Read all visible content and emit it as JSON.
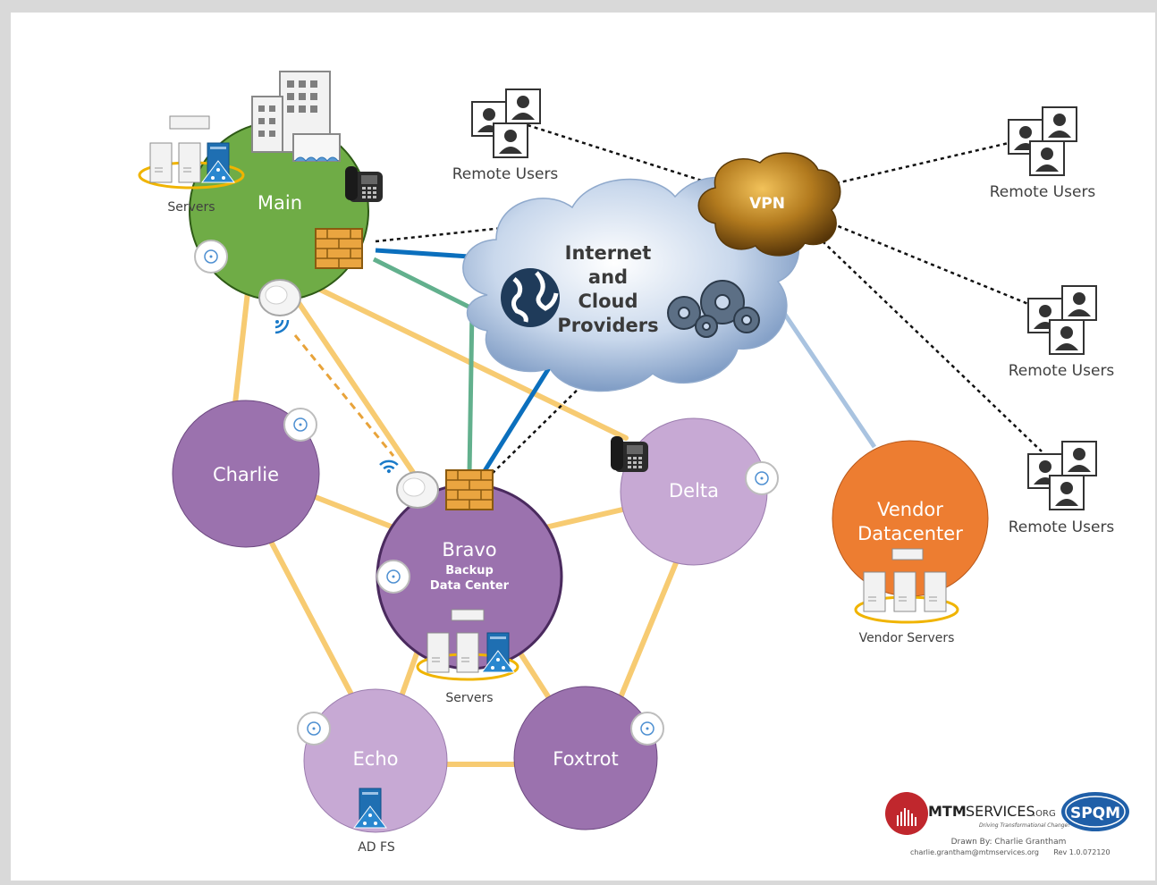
{
  "sites": {
    "main": "Main",
    "charlie": "Charlie",
    "delta": "Delta",
    "bravo": "Bravo",
    "bravo_sub1": "Backup",
    "bravo_sub2": "Data Center",
    "echo": "Echo",
    "foxtrot": "Foxtrot",
    "vendor1": "Vendor",
    "vendor2": "Datacenter"
  },
  "labels": {
    "servers_main": "Servers",
    "servers_bravo": "Servers",
    "vendor_servers": "Vendor Servers",
    "adfs": "AD FS",
    "vpn": "VPN",
    "cloud_1": "Internet",
    "cloud_2": "and",
    "cloud_3": "Cloud",
    "cloud_4": "Providers",
    "remote_users_1": "Remote Users",
    "remote_users_2": "Remote Users",
    "remote_users_3": "Remote Users",
    "remote_users_4": "Remote Users"
  },
  "footer": {
    "logo_text_1": "MTM",
    "logo_text_2": "SERVICES",
    "logo_text_3": ".ORG",
    "tagline": "Driving Transformational Change!",
    "badge": "SPQM",
    "drawn_by": "Drawn By: Charlie Grantham",
    "contact": "charlie.grantham@mtmservices.org",
    "revision": "Rev 1.0.072120"
  },
  "colors": {
    "main_site": "#6fac46",
    "site_purple_dark": "#9b72ae",
    "site_purple_light": "#c7a9d4",
    "vendor_site": "#ed7d31",
    "wan_link": "#f7cb72",
    "internet_link": "#0b6fbd",
    "mpls_link": "#62b08d",
    "vendor_link": "#a9c3e0",
    "firewall": "#e8a33a",
    "vpn_cloud": "#8a5a12"
  }
}
